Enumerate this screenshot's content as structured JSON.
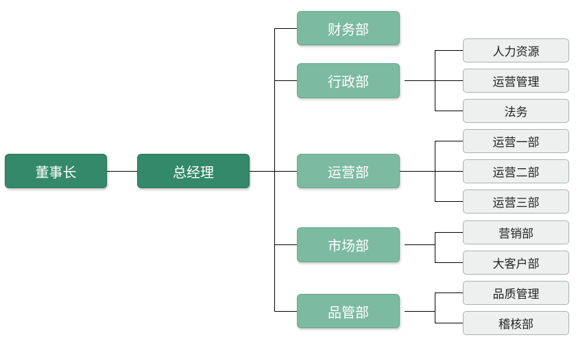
{
  "org_chart": {
    "chairman": "董事长",
    "general_manager": "总经理",
    "departments": [
      {
        "name": "财务部",
        "children": []
      },
      {
        "name": "行政部",
        "children": [
          "人力资源",
          "运营管理",
          "法务"
        ]
      },
      {
        "name": "运营部",
        "children": [
          "运营一部",
          "运营二部",
          "运营三部"
        ]
      },
      {
        "name": "市场部",
        "children": [
          "营销部",
          "大客户部"
        ]
      },
      {
        "name": "品管部",
        "children": [
          "品质管理",
          "稽核部"
        ]
      }
    ]
  },
  "colors": {
    "root_fill": "#33896a",
    "department_fill": "#7dbaa2",
    "sub_fill": "#eef0ef",
    "line": "#000000"
  }
}
